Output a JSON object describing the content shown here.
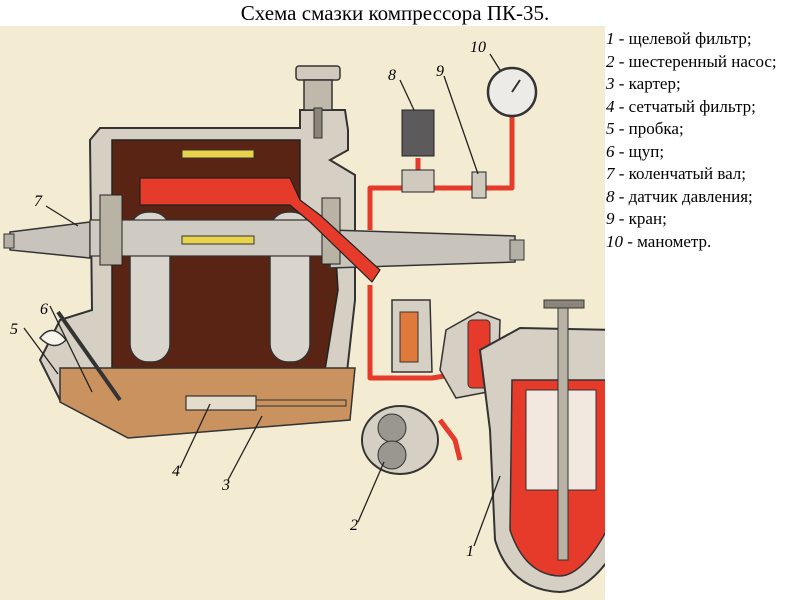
{
  "title": "Схема смазки компрессора ПК-35.",
  "legend": [
    {
      "num": "1",
      "text": " - щелевой фильтр;"
    },
    {
      "num": "2",
      "text": " - шестеренный насос;"
    },
    {
      "num": "3",
      "text": " - картер;"
    },
    {
      "num": "4",
      "text": " - сетчатый фильтр;"
    },
    {
      "num": "5",
      "text": " - пробка;"
    },
    {
      "num": "6",
      "text": " - щуп;"
    },
    {
      "num": "7",
      "text": " - коленчатый вал;"
    },
    {
      "num": "8",
      "text": " - датчик давления;"
    },
    {
      "num": "9",
      "text": " - кран;"
    },
    {
      "num": "10",
      "text": " - манометр."
    }
  ],
  "callouts": {
    "c1": "1",
    "c2": "2",
    "c3": "3",
    "c4": "4",
    "c5": "5",
    "c6": "6",
    "c7": "7",
    "c8": "8",
    "c9": "9",
    "c10": "10"
  },
  "colors": {
    "oil": "#e63a2a",
    "sump_oil": "#c9925e",
    "housing": "#d6d0c4",
    "dark_interior": "#5a2414",
    "background": "#f4ecd2"
  }
}
